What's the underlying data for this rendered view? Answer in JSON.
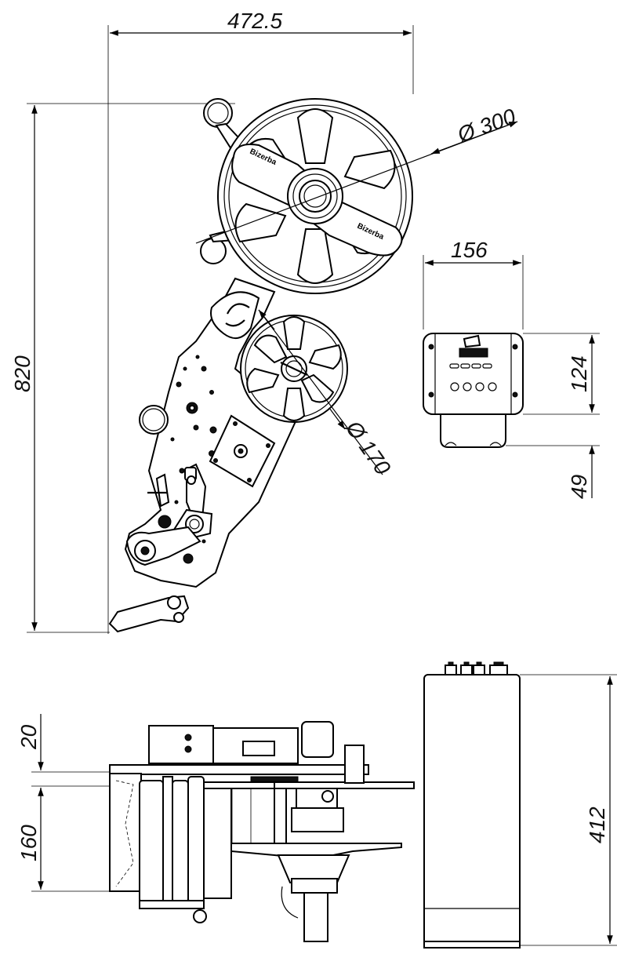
{
  "dimensions": {
    "overall_width": "472.5",
    "overall_height": "820",
    "large_reel_diameter": "Ø 300",
    "small_reel_diameter": "Ø 170",
    "controller_width": "156",
    "controller_height": "124",
    "controller_base": "49",
    "label_offset": "20",
    "label_width": "160",
    "controller_depth": "412"
  },
  "labels": {
    "reel_brand": "Bizerba"
  }
}
